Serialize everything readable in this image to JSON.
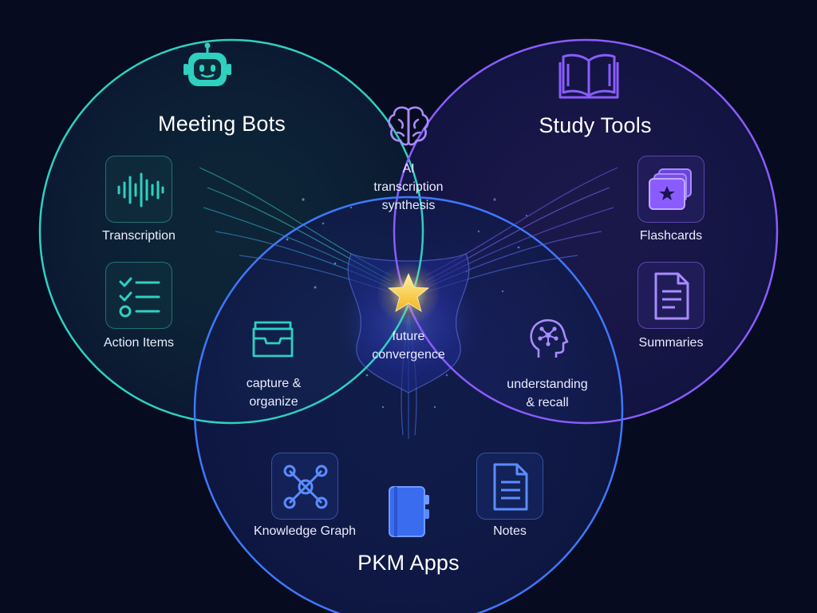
{
  "circles": {
    "meeting_bots": {
      "title": "Meeting Bots",
      "items": [
        {
          "label": "Transcription",
          "icon": "waveform-icon"
        },
        {
          "label": "Action Items",
          "icon": "checklist-icon"
        }
      ],
      "color": "#2fd0c0"
    },
    "study_tools": {
      "title": "Study Tools",
      "items": [
        {
          "label": "Flashcards",
          "icon": "flashcards-icon"
        },
        {
          "label": "Summaries",
          "icon": "document-icon"
        }
      ],
      "color": "#8a5cff"
    },
    "pkm_apps": {
      "title": "PKM Apps",
      "items": [
        {
          "label": "Knowledge Graph",
          "icon": "network-graph-icon"
        },
        {
          "label": "Notes",
          "icon": "note-page-icon"
        }
      ],
      "color": "#3f78ff"
    }
  },
  "overlaps": {
    "top": {
      "lines": [
        "AI",
        "transcription",
        "synthesis"
      ],
      "icon": "brain-icon"
    },
    "left": {
      "lines": [
        "capture &",
        "organize"
      ],
      "icon": "inbox-tray-icon"
    },
    "right": {
      "lines": [
        "understanding",
        "& recall"
      ],
      "icon": "head-network-icon"
    },
    "center": {
      "lines": [
        "future",
        "convergence"
      ],
      "icon": "star-icon"
    }
  },
  "icons": {
    "meeting_bots_header": "robot-icon",
    "study_tools_header": "open-book-icon",
    "pkm_center": "notebook-icon"
  },
  "colors": {
    "background": "#070b1f",
    "teal": "#2fd0c0",
    "purple": "#8a5cff",
    "blue": "#3f78ff",
    "star": "#ffd54a"
  }
}
